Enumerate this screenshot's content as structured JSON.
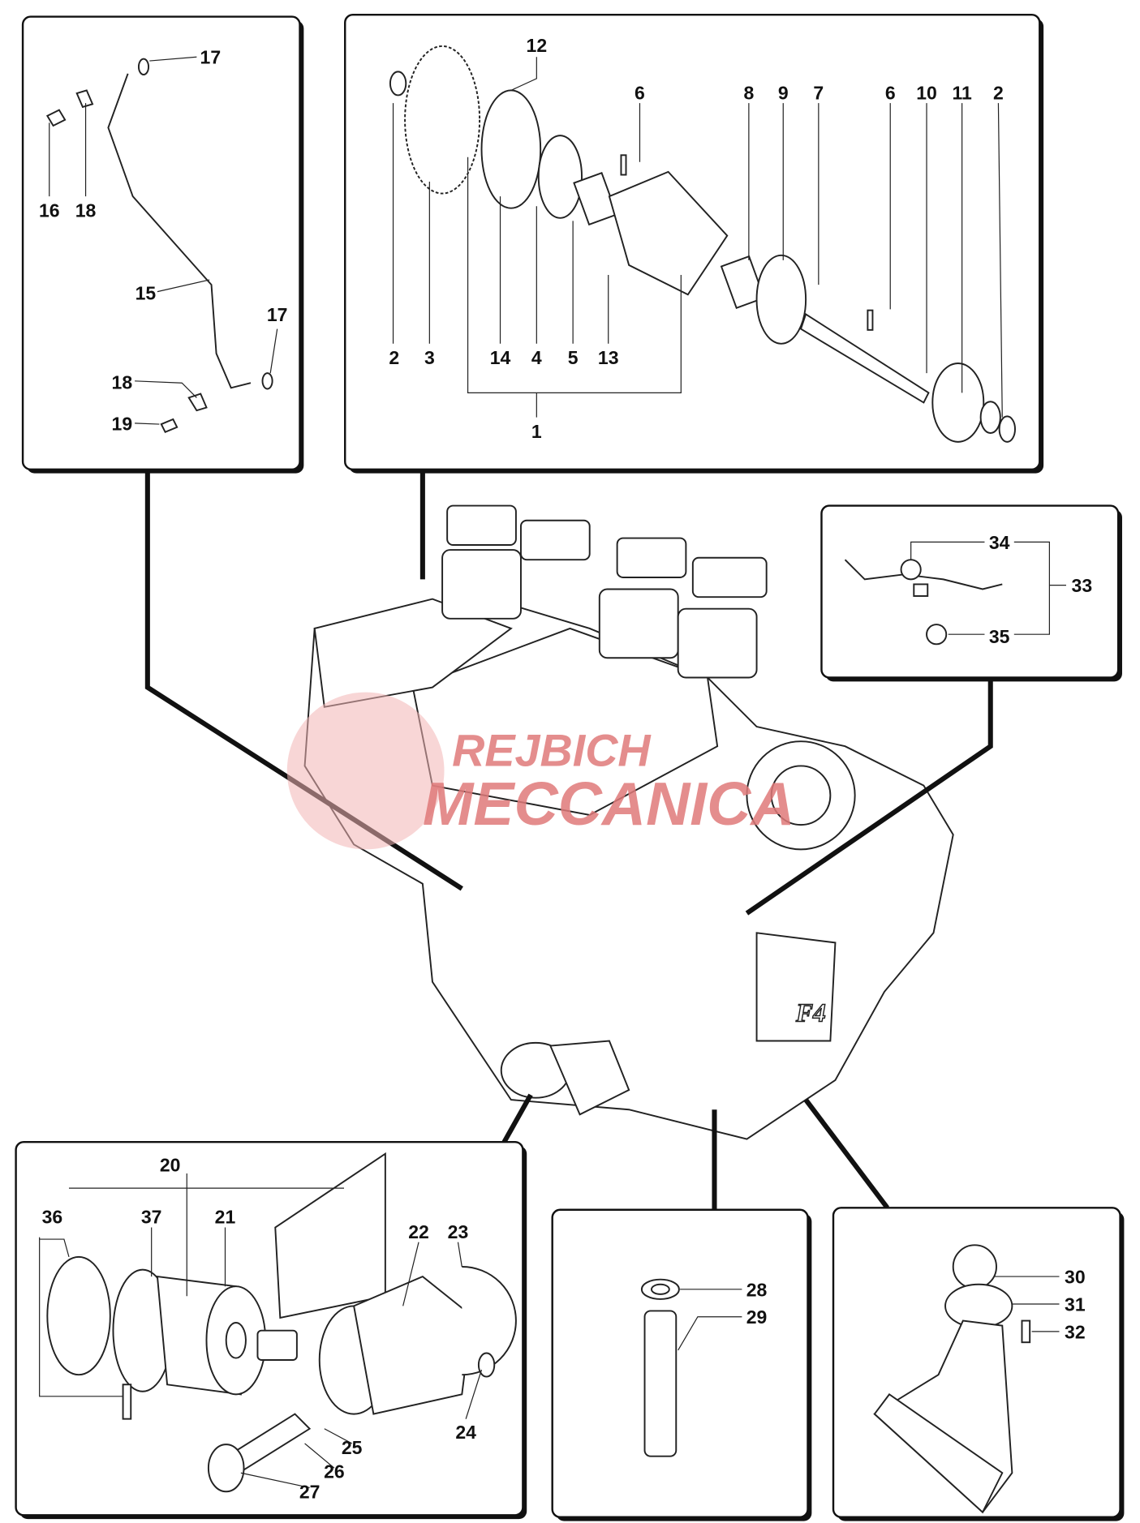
{
  "title": "Engine oil pump and oil filter exploded parts diagram",
  "watermark": {
    "line1": "REJBICH",
    "line2": "MECCANICA",
    "color": "#e88a8a"
  },
  "engine_badge": "F4",
  "panels": {
    "oil_pipe": {
      "labels": [
        "17",
        "16",
        "18",
        "15",
        "17",
        "18",
        "19"
      ]
    },
    "oil_pump": {
      "labels": [
        "12",
        "6",
        "8",
        "9",
        "7",
        "6",
        "10",
        "11",
        "2",
        "2",
        "3",
        "14",
        "4",
        "5",
        "13",
        "1"
      ]
    },
    "pipe_union": {
      "labels": [
        "34",
        "33",
        "35"
      ]
    },
    "oil_filter": {
      "labels": [
        "20",
        "36",
        "37",
        "21",
        "22",
        "23",
        "24",
        "25",
        "26",
        "27"
      ]
    },
    "fitting": {
      "labels": [
        "28",
        "29"
      ]
    },
    "oil_sump": {
      "labels": [
        "30",
        "31",
        "32"
      ]
    }
  }
}
